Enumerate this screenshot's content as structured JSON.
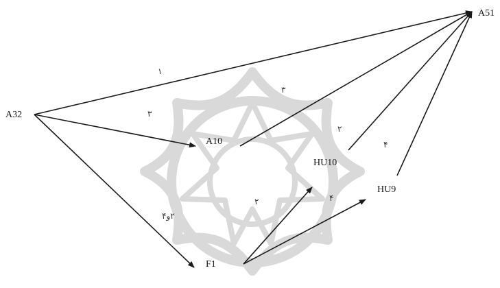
{
  "nodes": {
    "a51": "A51",
    "a32": "A32",
    "a10": "A10",
    "hu10": "HU10",
    "hu9": "HU9",
    "f1": "F1"
  },
  "edge_labels": {
    "a32_a51": "١",
    "a32_a10": "٣",
    "a10_a51": "٣",
    "hu10_a51": "٢",
    "hu9_a51": "۴",
    "f1_hu10": "٢",
    "f1_hu9": "۴",
    "a32_f1": "٢و۴"
  }
}
